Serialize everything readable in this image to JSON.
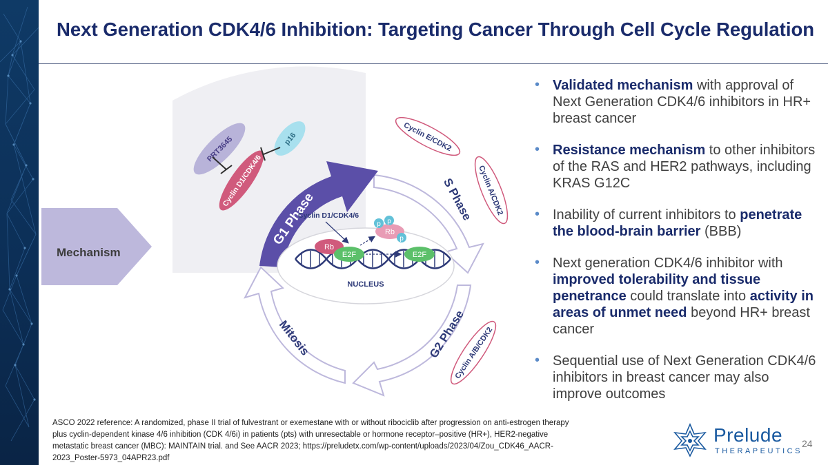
{
  "slide": {
    "title": "Next Generation CDK4/6 Inhibition: Targeting Cancer Through Cell Cycle Regulation",
    "page_number": "24"
  },
  "diagram": {
    "mechanism_label": "Mechanism",
    "phases": {
      "g1": "G1 Phase",
      "s": "S Phase",
      "g2": "G2 Phase",
      "mitosis": "Mitosis"
    },
    "cyclins": {
      "e_cdk2": "Cyclin E/CDK2",
      "a_cdk2": "Cyclin A/CDK2",
      "ab_cdk2": "Cyclin A/B/CDK2",
      "d1_cdk46": "Cyclin D1/CDK4/6",
      "nucleus_label": "Cyclin D1/CDK4/6"
    },
    "inhibitors": {
      "prt": "PRT3645",
      "p16": "p16"
    },
    "nucleus": {
      "label": "NUCLEUS",
      "rb": "Rb",
      "e2f": "E2F",
      "p": "p"
    },
    "colors": {
      "purple": "#5b4fa8",
      "light_purple": "#b8b3d9",
      "pink": "#d05a7c",
      "teal": "#3fb5d0",
      "navy": "#1a2b6b"
    }
  },
  "bullets": [
    [
      {
        "t": "Validated mechanism",
        "b": true
      },
      {
        "t": " with approval of Next Generation CDK4/6 inhibitors in HR+ breast cancer",
        "b": false
      }
    ],
    [
      {
        "t": "Resistance mechanism",
        "b": true
      },
      {
        "t": " to other inhibitors of the RAS and HER2 pathways, including KRAS G12C",
        "b": false
      }
    ],
    [
      {
        "t": "Inability of current inhibitors to ",
        "b": false
      },
      {
        "t": "penetrate the blood-brain barrier",
        "b": true
      },
      {
        "t": " (BBB)",
        "b": false
      }
    ],
    [
      {
        "t": "Next generation CDK4/6 inhibitor with ",
        "b": false
      },
      {
        "t": "improved tolerability and tissue penetrance",
        "b": true
      },
      {
        "t": " could translate into ",
        "b": false
      },
      {
        "t": "activity in areas of unmet need",
        "b": true
      },
      {
        "t": " beyond HR+ breast cancer",
        "b": false
      }
    ],
    [
      {
        "t": "Sequential use of Next Generation CDK4/6 inhibitors in breast cancer may also improve outcomes",
        "b": false
      }
    ]
  ],
  "footnote": "ASCO 2022 reference:  A randomized, phase II trial of fulvestrant or exemestane with or without ribociclib after progression on anti-estrogen therapy plus cyclin-dependent kinase 4/6 inhibition (CDK 4/6i) in patients (pts) with unresectable or hormone receptor–positive (HR+), HER2-negative metastatic breast cancer (MBC): MAINTAIN trial. and See AACR 2023; https://preludetx.com/wp-content/uploads/2023/04/Zou_CDK46_AACR-2023_Poster-5973_04APR23.pdf",
  "logo": {
    "name": "Prelude",
    "sub": "THERAPEUTICS"
  }
}
